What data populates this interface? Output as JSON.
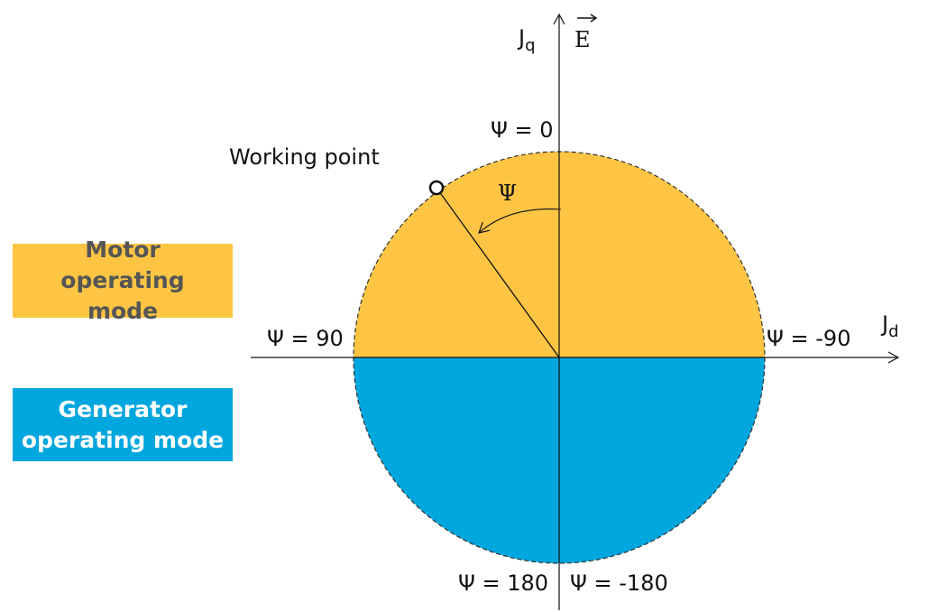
{
  "colors": {
    "motor": "#fdc543",
    "generator": "#00a6de"
  },
  "axes": {
    "q_label": "J",
    "q_sub": "q",
    "d_label": "J",
    "d_sub": "d",
    "e_label": "E"
  },
  "angles": {
    "top": "Ψ = 0",
    "left": "Ψ = 90",
    "right": "Ψ = -90",
    "bottom_left": "Ψ = 180",
    "bottom_right": "Ψ = -180",
    "arc": "Ψ"
  },
  "working_point": {
    "label": "Working point",
    "psi_deg": 37
  },
  "legend": {
    "motor": "Motor operating mode",
    "generator": "Generator operating mode"
  }
}
